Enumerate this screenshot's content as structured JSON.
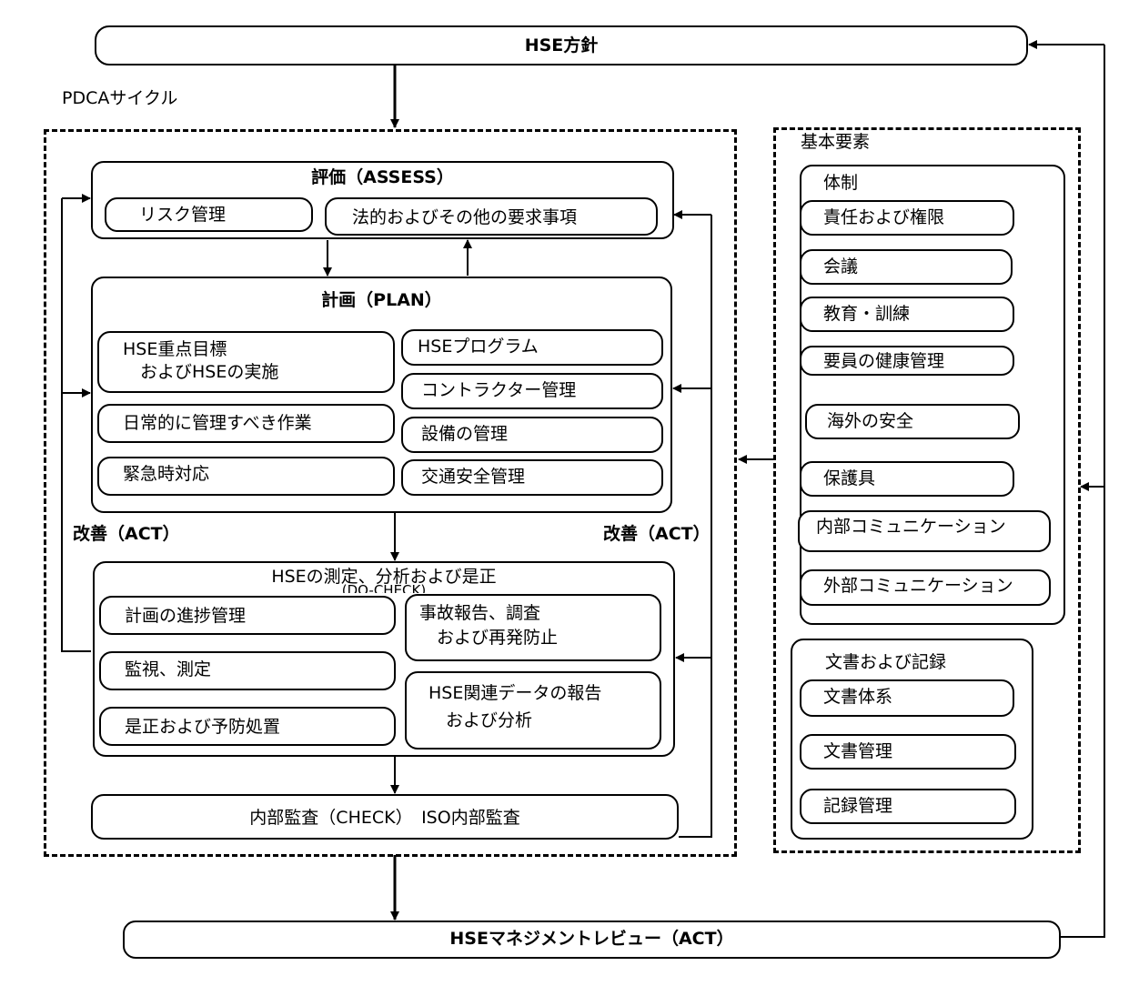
{
  "policy": {
    "label": "HSE方針"
  },
  "cycle_label": "PDCAサイクル",
  "assess": {
    "title": "評価（ASSESS）",
    "items": [
      "リスク管理",
      "法的およびその他の要求事項"
    ]
  },
  "plan": {
    "title": "計画（PLAN）",
    "left_items": [
      "HSE重点目標\n　およびHSEの実施",
      "日常的に管理すべき作業",
      "緊急時対応"
    ],
    "right_items": [
      "HSEプログラム",
      "コントラクター管理",
      "設備の管理",
      "交通安全管理"
    ]
  },
  "act_label_left": "改善（ACT）",
  "act_label_right": "改善（ACT）",
  "docheck": {
    "title": "HSEの測定、分析および是正",
    "subtitle": "(DO-CHECK)",
    "left_items": [
      "計画の進捗管理",
      "監視、測定",
      "是正および予防処置"
    ],
    "right_items": [
      "事故報告、調査\n　および再発防止",
      "HSE関連データの報告\n　および分析"
    ]
  },
  "audit": {
    "label": "内部監査（CHECK）　ISO内部監査"
  },
  "basic": {
    "title": "基本要素",
    "org": {
      "title": "体制",
      "items": [
        "責任および権限",
        "会議",
        "教育・訓練",
        "要員の健康管理",
        "海外の安全",
        "保護具",
        "内部コミュニケーション",
        "外部コミュニケーション"
      ]
    },
    "docs": {
      "title": "文書および記録",
      "items": [
        "文書体系",
        "文書管理",
        "記録管理"
      ]
    }
  },
  "review": {
    "label": "HSEマネジメントレビュー（ACT）"
  }
}
